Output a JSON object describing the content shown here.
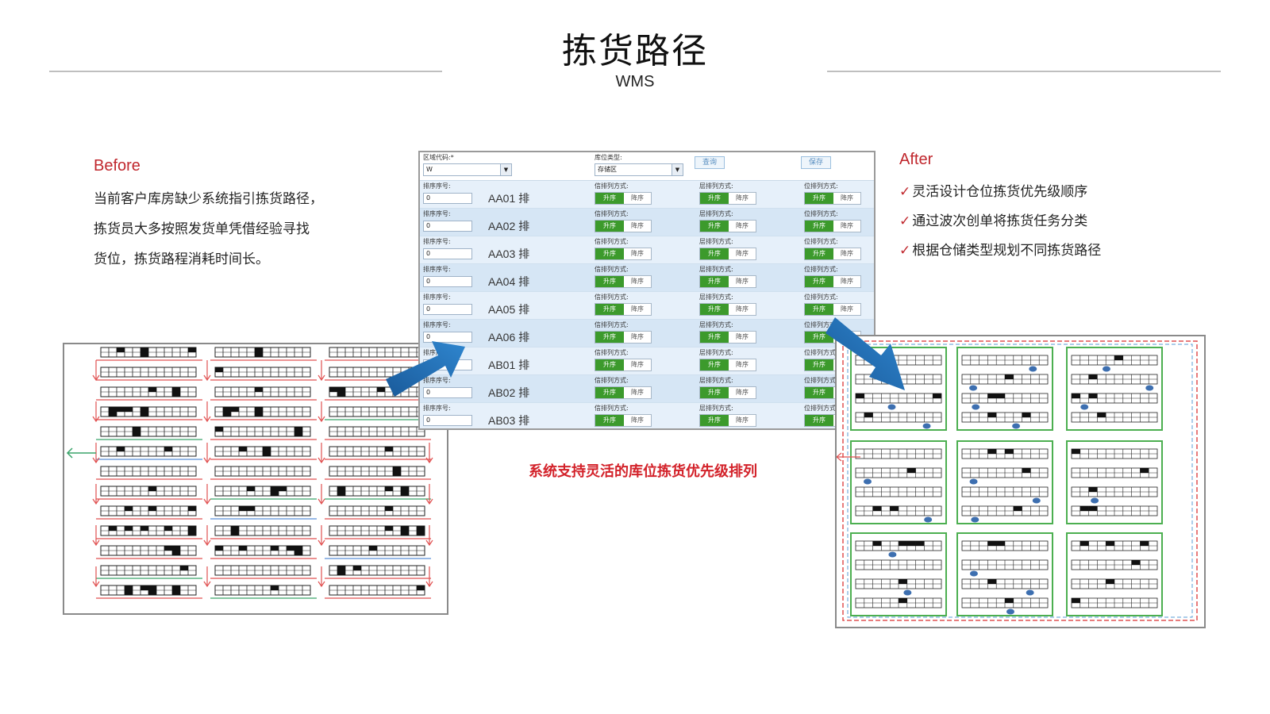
{
  "header": {
    "title": "拣货路径",
    "subtitle": "WMS"
  },
  "before": {
    "heading": "Before",
    "lines": [
      "当前客户库房缺少系统指引拣货路径，",
      "拣货员大多按照发货单凭借经验寻找",
      "货位，拣货路程消耗时间长。"
    ]
  },
  "after": {
    "heading": "After",
    "check": "✓",
    "items": [
      "灵活设计仓位拣货优先级顺序",
      "通过波次创单将拣货任务分类",
      "根据仓储类型规划不同拣货路径"
    ]
  },
  "caption": "系统支持灵活的库位拣货优先级排列",
  "panel": {
    "zone_label": "区域代码:*",
    "zone_value": "W",
    "type_label": "库位类型:",
    "type_value": "存储区",
    "query_button": "查询",
    "save_button": "保存",
    "seq_label": "排序序号:",
    "seq_value": "0",
    "col1_label": "信排列方式:",
    "col2_label": "层排列方式:",
    "col3_label": "位排列方式:",
    "asc_label": "升序",
    "desc_label": "降序",
    "rows": [
      "AA01 排",
      "AA02 排",
      "AA03 排",
      "AA04 排",
      "AA05 排",
      "AA06 排",
      "AB01 排",
      "AB02 排",
      "AB03 排"
    ]
  },
  "colors": {
    "accent_red": "#c0272d",
    "arrow_blue": "#1f6fb5",
    "toggle_green": "#3c9a2c",
    "route_red": "#e05050",
    "rack_green": "#4caf50"
  }
}
